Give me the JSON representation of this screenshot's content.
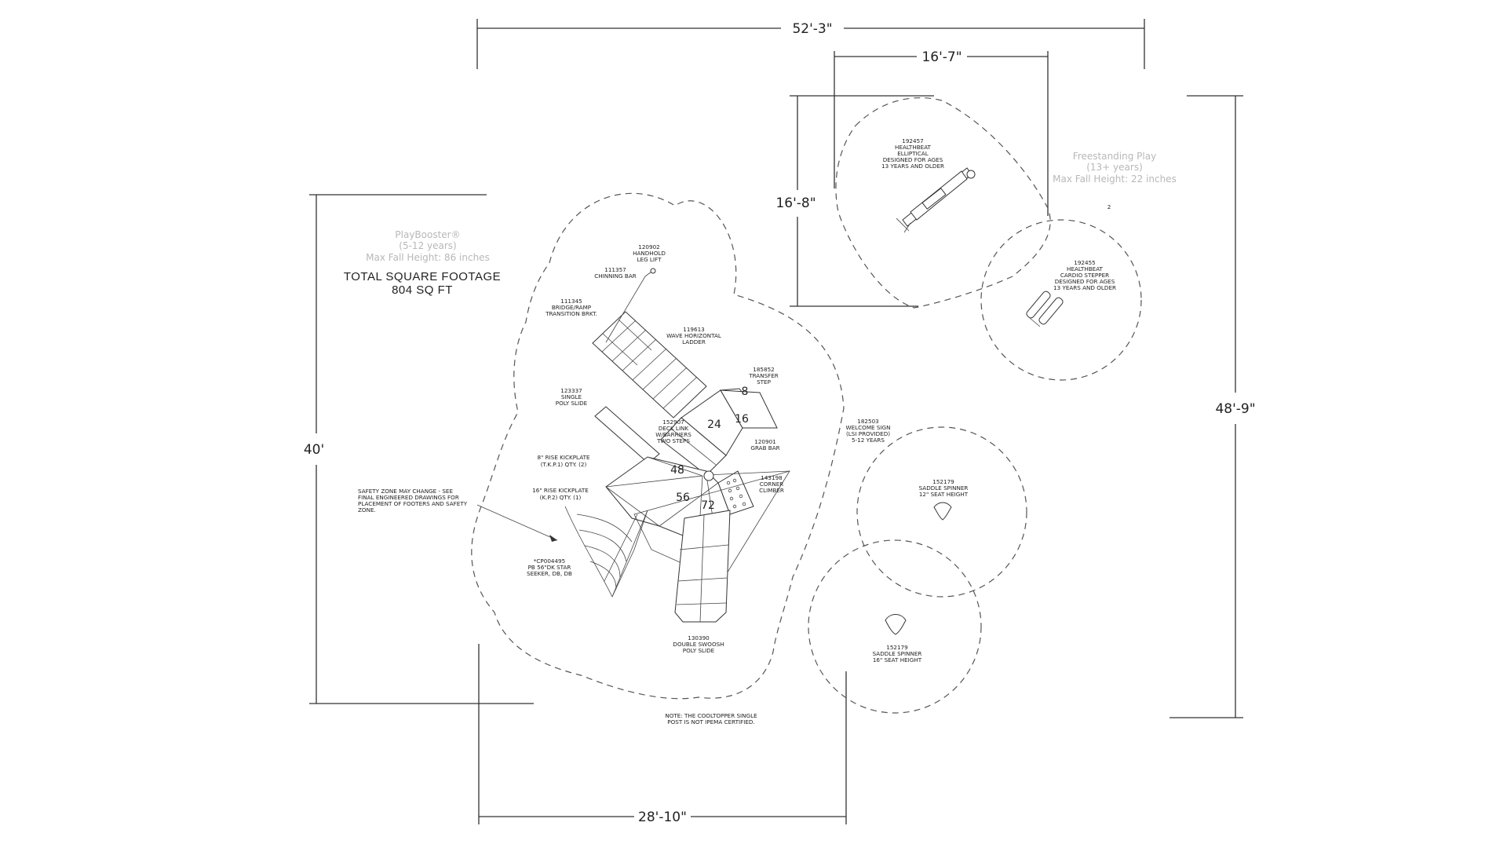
{
  "dimensions": {
    "overall_width": "52'-3\"",
    "right_width": "16'-7\"",
    "right_height": "16'-8\"",
    "left_height": "40'",
    "overall_height": "48'-9\"",
    "bottom_width": "28'-10\""
  },
  "playbooster": {
    "line1": "PlayBooster®",
    "line2": "(5-12 years)",
    "line3": "Max Fall Height: 86 inches",
    "total_label": "TOTAL SQUARE FOOTAGE",
    "total_value": "804 SQ FT"
  },
  "freestanding": {
    "line1": "Freestanding Play",
    "line2": "(13+ years)",
    "line3": "Max Fall Height: 22 inches",
    "count": "2"
  },
  "decks": [
    "8",
    "16",
    "24",
    "48",
    "56",
    "72"
  ],
  "labels": {
    "handhold": [
      "120902",
      "HANDHOLD",
      "LEG LIFT"
    ],
    "chinning": [
      "111357",
      "CHINNING BAR"
    ],
    "bridge": [
      "111345",
      "BRIDGE/RAMP",
      "TRANSITION BRKT."
    ],
    "wave": [
      "119613",
      "WAVE HORIZONTAL",
      "LADDER"
    ],
    "transfer": [
      "185852",
      "TRANSFER",
      "STEP"
    ],
    "single_slide": [
      "123337",
      "SINGLE",
      "POLY SLIDE"
    ],
    "deck_link": [
      "152907",
      "DECK LINK",
      "W/BARRIERS",
      "TWO STEPS"
    ],
    "grab_bar": [
      "120901",
      "GRAB BAR"
    ],
    "welcome": [
      "182503",
      "WELCOME SIGN",
      "(LSI PROVIDED)",
      "5-12 YEARS"
    ],
    "rise8": [
      "8\" RISE KICKPLATE",
      "(T.K.P.1) QTY. (2)"
    ],
    "rise16": [
      "16\" RISE KICKPLATE",
      "(K.P.2) QTY. (1)"
    ],
    "corner": [
      "143198",
      "CORNER",
      "CLIMBER"
    ],
    "safety": [
      "SAFETY ZONE MAY CHANGE - SEE",
      "FINAL ENGINEERED DRAWINGS FOR",
      "PLACEMENT OF FOOTERS AND SAFETY",
      "ZONE."
    ],
    "star": [
      "*CP004495",
      "PB 56\"DK STAR",
      "SEEKER, DB, DB"
    ],
    "swoosh": [
      "130390",
      "DOUBLE SWOOSH",
      "POLY SLIDE"
    ],
    "note": [
      "NOTE: THE COOLTOPPER SINGLE",
      "POST IS NOT IPEMA CERTIFIED."
    ],
    "elliptical": [
      "192457",
      "HEALTHBEAT",
      "ELLIPTICAL",
      "DESIGNED FOR AGES",
      "13 YEARS AND OLDER"
    ],
    "stepper": [
      "192455",
      "HEALTHBEAT",
      "CARDIO STEPPER",
      "DESIGNED FOR AGES",
      "13 YEARS AND OLDER"
    ],
    "spinner12": [
      "152179",
      "SADDLE SPINNER",
      "12\" SEAT HEIGHT"
    ],
    "spinner16": [
      "152179",
      "SADDLE SPINNER",
      "16\" SEAT HEIGHT"
    ]
  }
}
